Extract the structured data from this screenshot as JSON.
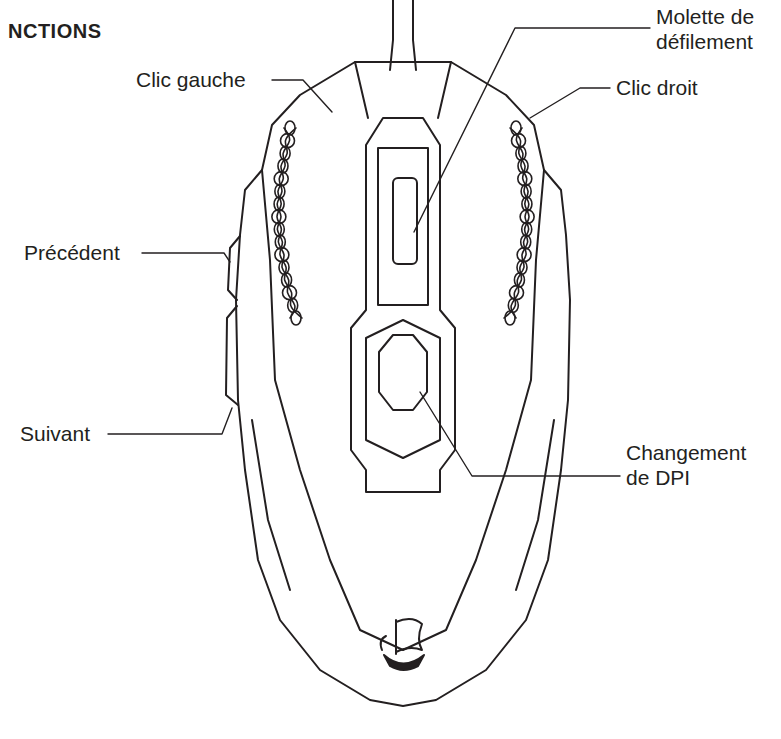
{
  "diagram": {
    "title": "NCTIONS",
    "labels": [
      "Molette de défilement",
      "Clic gauche",
      "Clic droit",
      "Précédent",
      "Suivant",
      "Changement de DPI"
    ]
  }
}
